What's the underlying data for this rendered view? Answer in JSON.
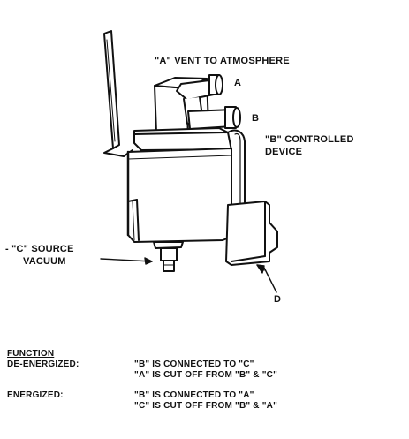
{
  "labels": {
    "vent": "\"A\" VENT TO ATMOSPHERE",
    "port_a": "A",
    "port_b": "B",
    "controlled_line1": "\"B\" CONTROLLED",
    "controlled_line2": "DEVICE",
    "source_line1": "- \"C\" SOURCE",
    "source_line2": "VACUUM",
    "port_d": "D"
  },
  "function": {
    "title": "FUNCTION",
    "deenergized_label": "DE-ENERGIZED:",
    "deenergized_line1": "\"B\" IS CONNECTED TO \"C\"",
    "deenergized_line2": "\"A\" IS CUT OFF FROM \"B\" & \"C\"",
    "energized_label": "ENERGIZED:",
    "energized_line1": "\"B\" IS CONNECTED TO \"A\"",
    "energized_line2": "\"C\" IS CUT OFF FROM \"B\" & \"A\""
  }
}
